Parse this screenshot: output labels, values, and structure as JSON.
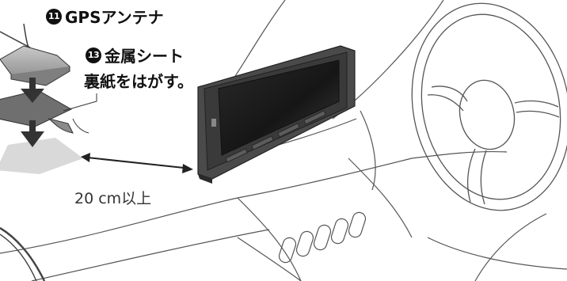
{
  "callouts": {
    "gps_antenna": {
      "number": "11",
      "label": "GPSアンテナ"
    },
    "metal_sheet": {
      "number": "13",
      "label": "金属シート"
    },
    "peel_instruction": "裏紙をはがす。"
  },
  "distance": {
    "label": "20 cm以上"
  },
  "icons": {
    "gps_antenna": "gps-antenna-icon",
    "metal_sheet": "metal-sheet-icon",
    "monitor": "navigation-monitor-icon",
    "steering_wheel": "steering-wheel-icon"
  },
  "colors": {
    "line": "#333333",
    "monitor_body": "#3a3a3a",
    "screen": "#1a1a1a",
    "antenna": "#9a9a9a",
    "sheet": "#6f6f6f",
    "placement_area": "#d9d9d9",
    "arrow": "#333333"
  }
}
